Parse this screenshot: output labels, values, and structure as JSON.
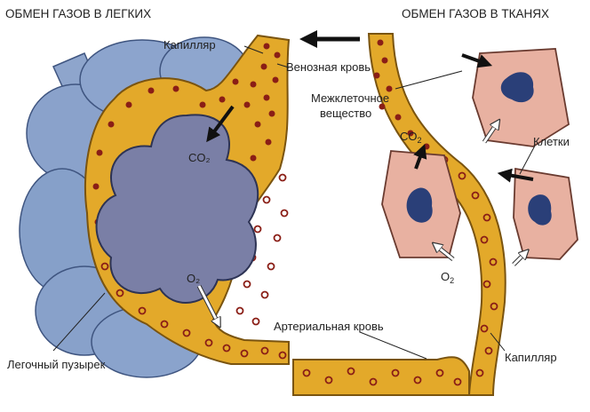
{
  "titles": {
    "lungs": "ОБМЕН ГАЗОВ В ЛЕГКИХ",
    "tissues": "ОБМЕН ГАЗОВ В ТКАНЯХ"
  },
  "labels": {
    "capillary_top": "Капилляр",
    "venous_blood": "Венозная кровь",
    "intercellular_1": "Межклеточное",
    "intercellular_2": "вещество",
    "co2_lung": "CO₂",
    "o2_lung": "O₂",
    "co2_tissue": "CO",
    "co2_tissue_sub": "2",
    "cells": "Клетки",
    "o2_tissue": "O",
    "o2_tissue_sub": "2",
    "arterial_blood": "Артериальная кровь",
    "alveolus": "Легочный пузырек",
    "capillary_bottom": "Капилляр"
  },
  "colors": {
    "capillary_fill": "#e3a92a",
    "capillary_stroke": "#7a5410",
    "blood_cell": "#8a1e16",
    "alveolus_outer": "#7f98c4",
    "alveolus_inner": "#7a7fa6",
    "tissue_cell": "#e8b1a1",
    "nucleus": "#2a3f78"
  }
}
